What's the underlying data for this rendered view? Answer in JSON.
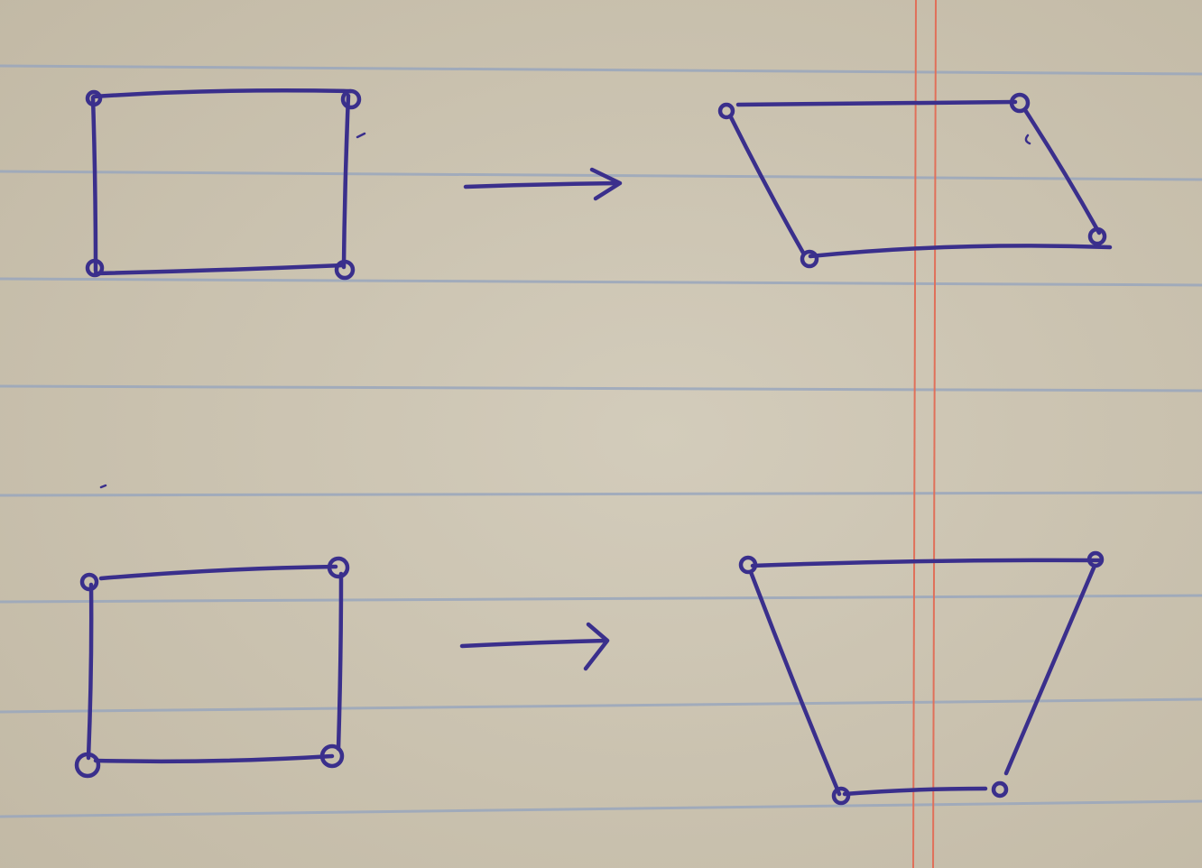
{
  "colors": {
    "paper": "#cdc5b3",
    "paper_shade": "#c3bba8",
    "ruled_line": "#9aa7bd",
    "margin_line": "#e0705a",
    "ink": "#3a2f8c"
  },
  "diagram": {
    "rows": [
      {
        "name": "shear",
        "source_shape": "rectangle",
        "target_shape": "parallelogram",
        "connector": "right-arrow"
      },
      {
        "name": "perspective",
        "source_shape": "rectangle",
        "target_shape": "trapezoid",
        "connector": "right-arrow"
      }
    ]
  }
}
